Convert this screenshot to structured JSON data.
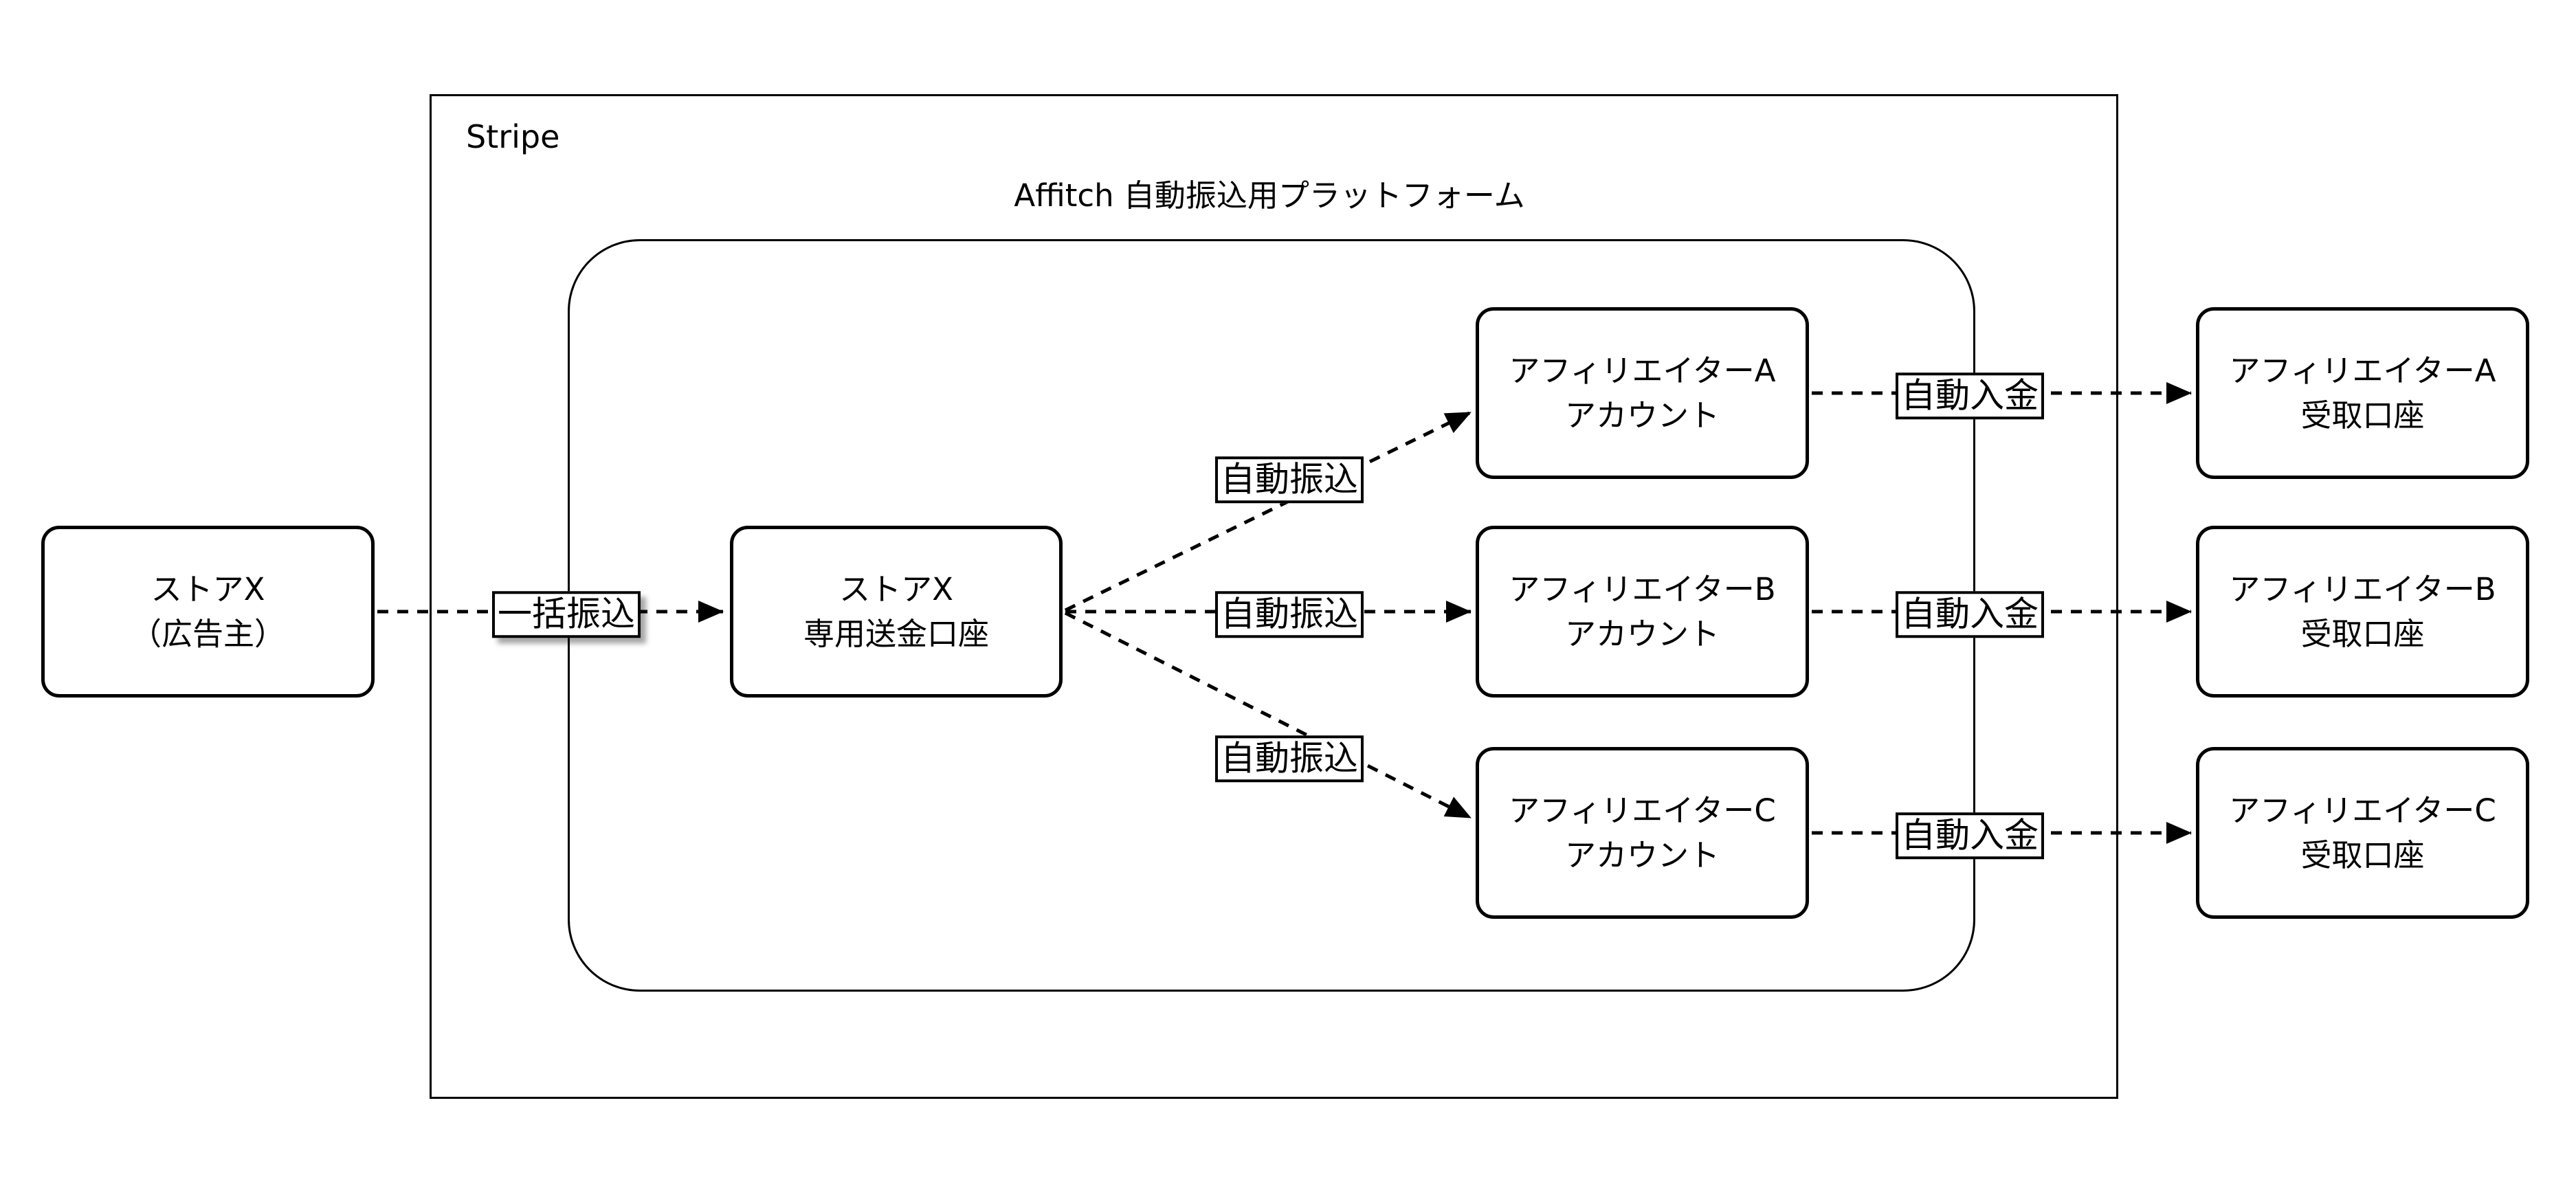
{
  "diagram": {
    "colors": {
      "stroke": "#000000",
      "background": "#ffffff",
      "node_fill": "#ffffff"
    },
    "outer_group": {
      "label": "Stripe"
    },
    "platform_group": {
      "title": "Affitch 自動振込用プラットフォーム"
    },
    "nodes": {
      "store": {
        "line1": "ストアX",
        "line2": "（広告主）"
      },
      "send_account": {
        "line1": "ストアX",
        "line2": "専用送金口座"
      },
      "affiliate_a_account": {
        "line1": "アフィリエイターA",
        "line2": "アカウント"
      },
      "affiliate_b_account": {
        "line1": "アフィリエイターB",
        "line2": "アカウント"
      },
      "affiliate_c_account": {
        "line1": "アフィリエイターC",
        "line2": "アカウント"
      },
      "affiliate_a_payout": {
        "line1": "アフィリエイターA",
        "line2": "受取口座"
      },
      "affiliate_b_payout": {
        "line1": "アフィリエイターB",
        "line2": "受取口座"
      },
      "affiliate_c_payout": {
        "line1": "アフィリエイターC",
        "line2": "受取口座"
      }
    },
    "edge_labels": {
      "bulk_transfer": "一括振込",
      "auto_transfer_a": "自動振込",
      "auto_transfer_b": "自動振込",
      "auto_transfer_c": "自動振込",
      "auto_deposit_a": "自動入金",
      "auto_deposit_b": "自動入金",
      "auto_deposit_c": "自動入金"
    }
  }
}
